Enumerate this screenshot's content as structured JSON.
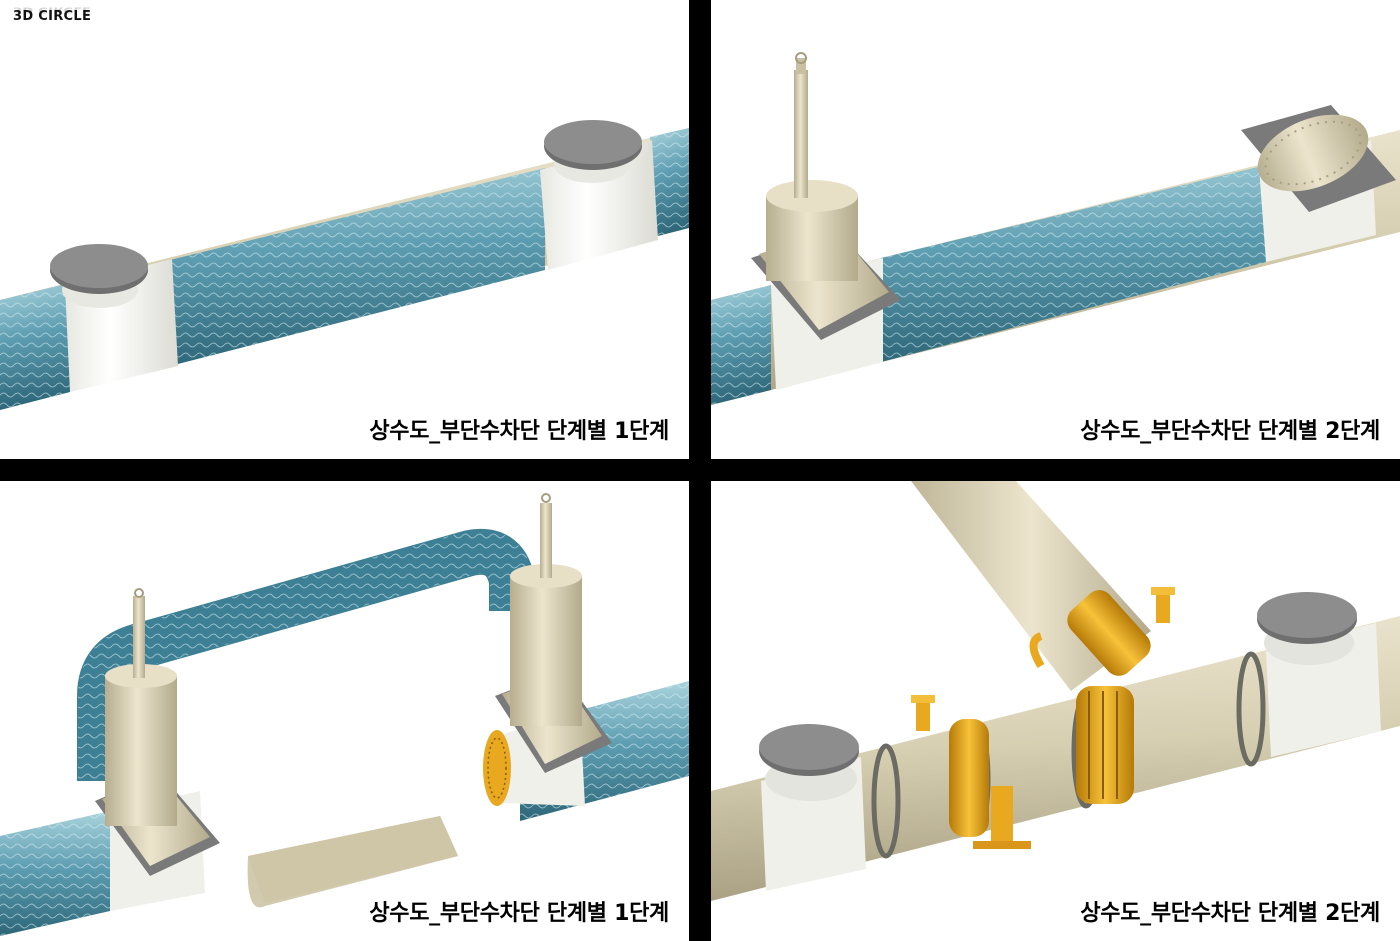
{
  "brand": {
    "logo_text": "3D CIRCLE"
  },
  "panels": [
    {
      "caption": "상수도_부단수차단 단계별 1단계"
    },
    {
      "caption": "상수도_부단수차단 단계별 2단계"
    },
    {
      "caption": "상수도_부단수차단 단계별 1단계"
    },
    {
      "caption": "상수도_부단수차단 단계별 2단계"
    }
  ],
  "colors": {
    "background": "#000000",
    "panel": "#ffffff",
    "pipe_beige": "#cfc6a8",
    "water_blue": "#4f8fa3",
    "sleeve_white": "#f2f2ee",
    "cap_gray": "#8c8c8c",
    "fitting_yellow": "#f0b020"
  }
}
